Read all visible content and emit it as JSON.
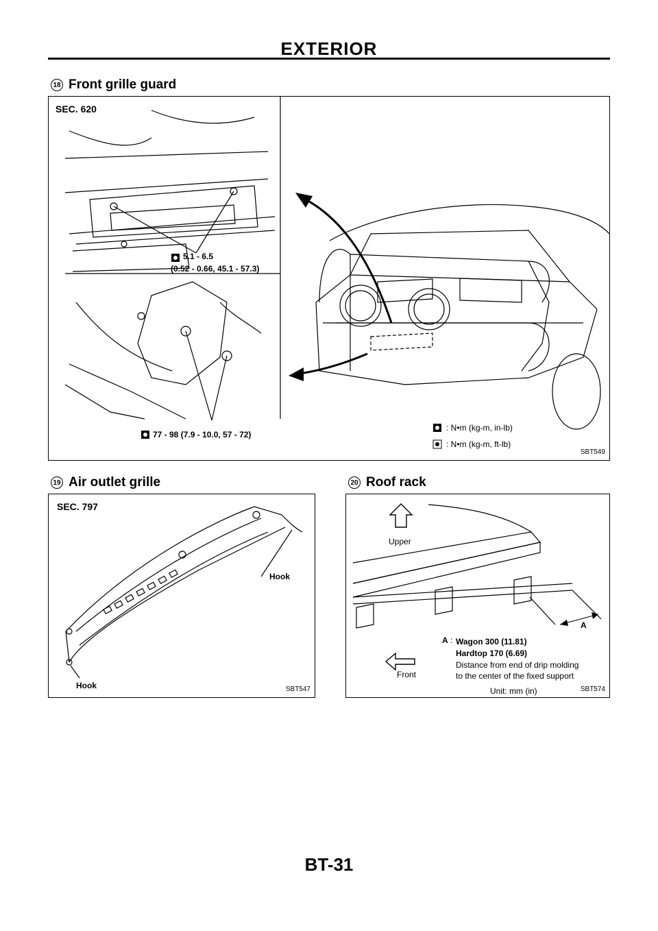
{
  "header": {
    "title": "EXTERIOR"
  },
  "sections": {
    "s18": {
      "num": "18",
      "title": "Front grille guard"
    },
    "s19": {
      "num": "19",
      "title": "Air outlet grille"
    },
    "s20": {
      "num": "20",
      "title": "Roof rack"
    }
  },
  "fig1": {
    "sec": "SEC. 620",
    "torque1_line1": "5.1 - 6.5",
    "torque1_line2": "(0.52 - 0.66, 45.1 - 57.3)",
    "torque2": "77 - 98 (7.9 - 10.0, 57 - 72)",
    "legend1": ": N•m (kg-m, in-lb)",
    "legend2": ": N•m (kg-m, ft-lb)",
    "code": "SBT549"
  },
  "fig2": {
    "sec": "SEC. 797",
    "hook1": "Hook",
    "hook2": "Hook",
    "code": "SBT547"
  },
  "fig3": {
    "upper": "Upper",
    "front": "Front",
    "marker": "A",
    "note_colon": ":",
    "note_line1": "Wagon 300 (11.81)",
    "note_line2": "Hardtop 170 (6.69)",
    "note_line3": "Distance from end of drip molding",
    "note_line4": "to the center of the fixed support",
    "unit": "Unit: mm (in)",
    "code": "SBT574"
  },
  "footer": {
    "page": "BT-31"
  }
}
